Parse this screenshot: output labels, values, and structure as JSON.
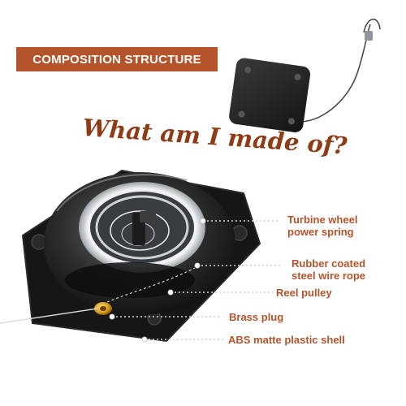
{
  "banner": {
    "title": "COMPOSITION STRUCTURE"
  },
  "headline": {
    "text": "What am I made of?"
  },
  "callouts": [
    {
      "lines": [
        "Turbine wheel",
        "power spring"
      ]
    },
    {
      "lines": [
        "Rubber coated",
        "steel wire rope"
      ]
    },
    {
      "lines": [
        "Reel pulley"
      ]
    },
    {
      "lines": [
        "Brass plug"
      ]
    },
    {
      "lines": [
        "ABS matte plastic shell"
      ]
    }
  ],
  "colors": {
    "banner_bg": "#b5532a",
    "headline": "#8e3b16",
    "label": "#b5532a",
    "leader_line": "#cfcfcf"
  }
}
